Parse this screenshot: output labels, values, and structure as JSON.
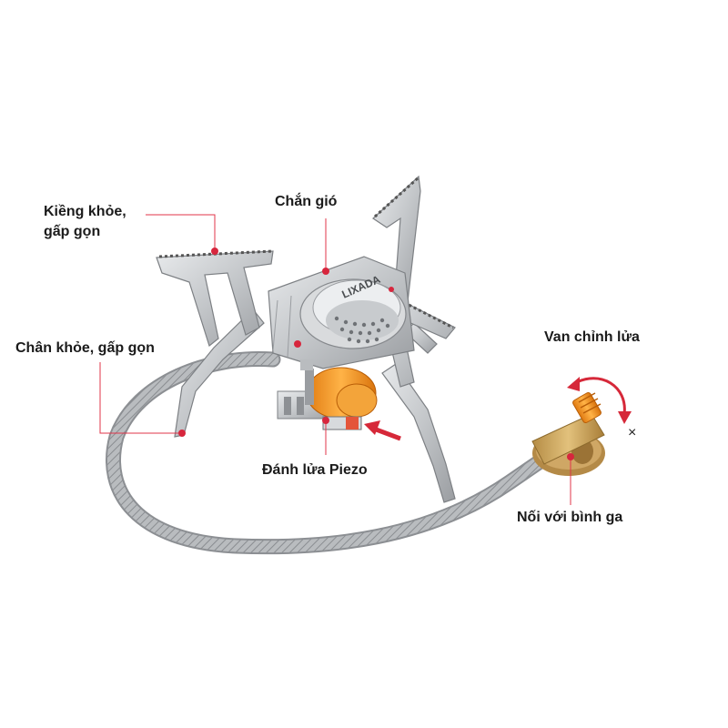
{
  "labels": {
    "pot_support_line1": "Kiềng khỏe,",
    "pot_support_line2": "gấp gọn",
    "windshield": "Chắn gió",
    "legs": "Chân khỏe, gấp gọn",
    "flame_valve": "Van chỉnh lửa",
    "piezo": "Đánh lửa Piezo",
    "gas_connector": "Nối với bình ga"
  },
  "brand_mark": "LIXADA",
  "valve_close_mark": "×",
  "colors": {
    "callout_line": "#e0344a",
    "callout_dot": "#d7263d",
    "arrow": "#d62839",
    "steel": "#c7c9cc",
    "steel_dark": "#8d9094",
    "brass": "#c9a15a",
    "orange": "#f0962a"
  }
}
